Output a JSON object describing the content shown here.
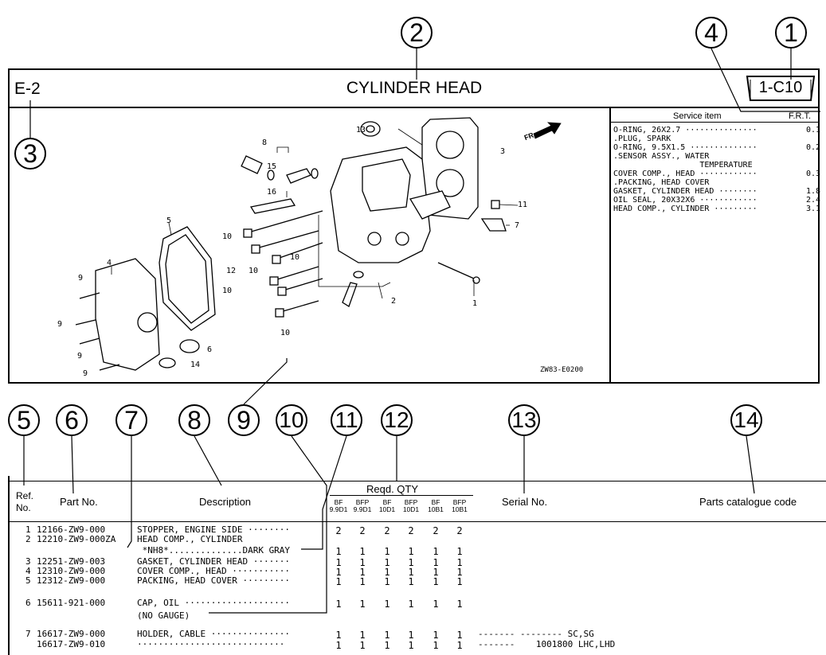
{
  "callouts": [
    "1",
    "2",
    "3",
    "4",
    "5",
    "6",
    "7",
    "8",
    "9",
    "10",
    "11",
    "12",
    "13",
    "14"
  ],
  "header": {
    "code": "E-2",
    "title": "CYLINDER HEAD",
    "page": "1-C10"
  },
  "service": {
    "head_item": "Service item",
    "head_frt": "F.R.T.",
    "items": [
      {
        "text": "O-RING, 26X2.7 ···············",
        "val": "0.1"
      },
      {
        "text": ".PLUG, SPARK",
        "val": ""
      },
      {
        "text": "O-RING, 9.5X1.5 ··············",
        "val": "0.2"
      },
      {
        "text": ".SENSOR ASSY., WATER",
        "val": ""
      },
      {
        "text": "                  TEMPERATURE",
        "val": ""
      },
      {
        "text": "COVER COMP., HEAD ············",
        "val": "0.3"
      },
      {
        "text": ".PACKING, HEAD COVER",
        "val": ""
      },
      {
        "text": "GASKET, CYLINDER HEAD ········",
        "val": "1.8"
      },
      {
        "text": "OIL SEAL, 20X32X6 ············",
        "val": "2.4"
      },
      {
        "text": "HEAD COMP., CYLINDER ·········",
        "val": "3.1"
      }
    ]
  },
  "diagram": {
    "code": "ZW83-E0200",
    "fr": "FR.",
    "labels": [
      "13",
      "3",
      "8",
      "15",
      "16",
      "5",
      "4",
      "11",
      "7",
      "10",
      "12",
      "10",
      "10",
      "10",
      "9",
      "9",
      "9",
      "9",
      "10",
      "2",
      "1",
      "6",
      "14"
    ]
  },
  "table": {
    "ref_1": "Ref.",
    "ref_2": "No.",
    "part_no": "Part No.",
    "description": "Description",
    "reqd": "Reqd. QTY",
    "models": [
      {
        "a": "BF",
        "b": "9.9D1"
      },
      {
        "a": "BFP",
        "b": "9.9D1"
      },
      {
        "a": "BF",
        "b": "10D1"
      },
      {
        "a": "BFP",
        "b": "10D1"
      },
      {
        "a": "BF",
        "b": "10B1"
      },
      {
        "a": "BFP",
        "b": "10B1"
      }
    ],
    "serial": "Serial No.",
    "catalogue": "Parts catalogue code"
  },
  "rows": [
    {
      "ref": "1",
      "part": "12166-ZW9-000",
      "desc": "STOPPER, ENGINE SIDE ········",
      "q": [
        "2",
        "2",
        "2",
        "2",
        "2",
        "2"
      ],
      "serial": ""
    },
    {
      "ref": "2",
      "part": "12210-ZW9-000ZA",
      "desc": "HEAD COMP., CYLINDER",
      "q": [
        "",
        "",
        "",
        "",
        "",
        ""
      ],
      "serial": ""
    },
    {
      "ref": "",
      "part": "",
      "desc": " *NH8*..............DARK GRAY",
      "q": [
        "1",
        "1",
        "1",
        "1",
        "1",
        "1"
      ],
      "serial": ""
    },
    {
      "ref": "3",
      "part": "12251-ZW9-003",
      "desc": "GASKET, CYLINDER HEAD ·······",
      "q": [
        "1",
        "1",
        "1",
        "1",
        "1",
        "1"
      ],
      "serial": ""
    },
    {
      "ref": "4",
      "part": "12310-ZW9-000",
      "desc": "COVER COMP., HEAD ···········",
      "q": [
        "1",
        "1",
        "1",
        "1",
        "1",
        "1"
      ],
      "serial": ""
    },
    {
      "ref": "5",
      "part": "12312-ZW9-000",
      "desc": "PACKING, HEAD COVER ·········",
      "q": [
        "1",
        "1",
        "1",
        "1",
        "1",
        "1"
      ],
      "serial": ""
    },
    {
      "ref": "6",
      "part": "15611-921-000",
      "desc": "CAP, OIL ····················",
      "q": [
        "1",
        "1",
        "1",
        "1",
        "1",
        "1"
      ],
      "serial": ""
    },
    {
      "ref": "",
      "part": "",
      "desc": "(NO GAUGE)",
      "q": [
        "",
        "",
        "",
        "",
        "",
        ""
      ],
      "serial": ""
    },
    {
      "ref": "7",
      "part": "16617-ZW9-000",
      "desc": "HOLDER, CABLE ···············",
      "q": [
        "1",
        "1",
        "1",
        "1",
        "1",
        "1"
      ],
      "serial": "------- -------- SC,SG"
    },
    {
      "ref": "",
      "part": "16617-ZW9-010",
      "desc": "····························",
      "q": [
        "1",
        "1",
        "1",
        "1",
        "1",
        "1"
      ],
      "serial": "-------    1001800 LHC,LHD"
    }
  ]
}
